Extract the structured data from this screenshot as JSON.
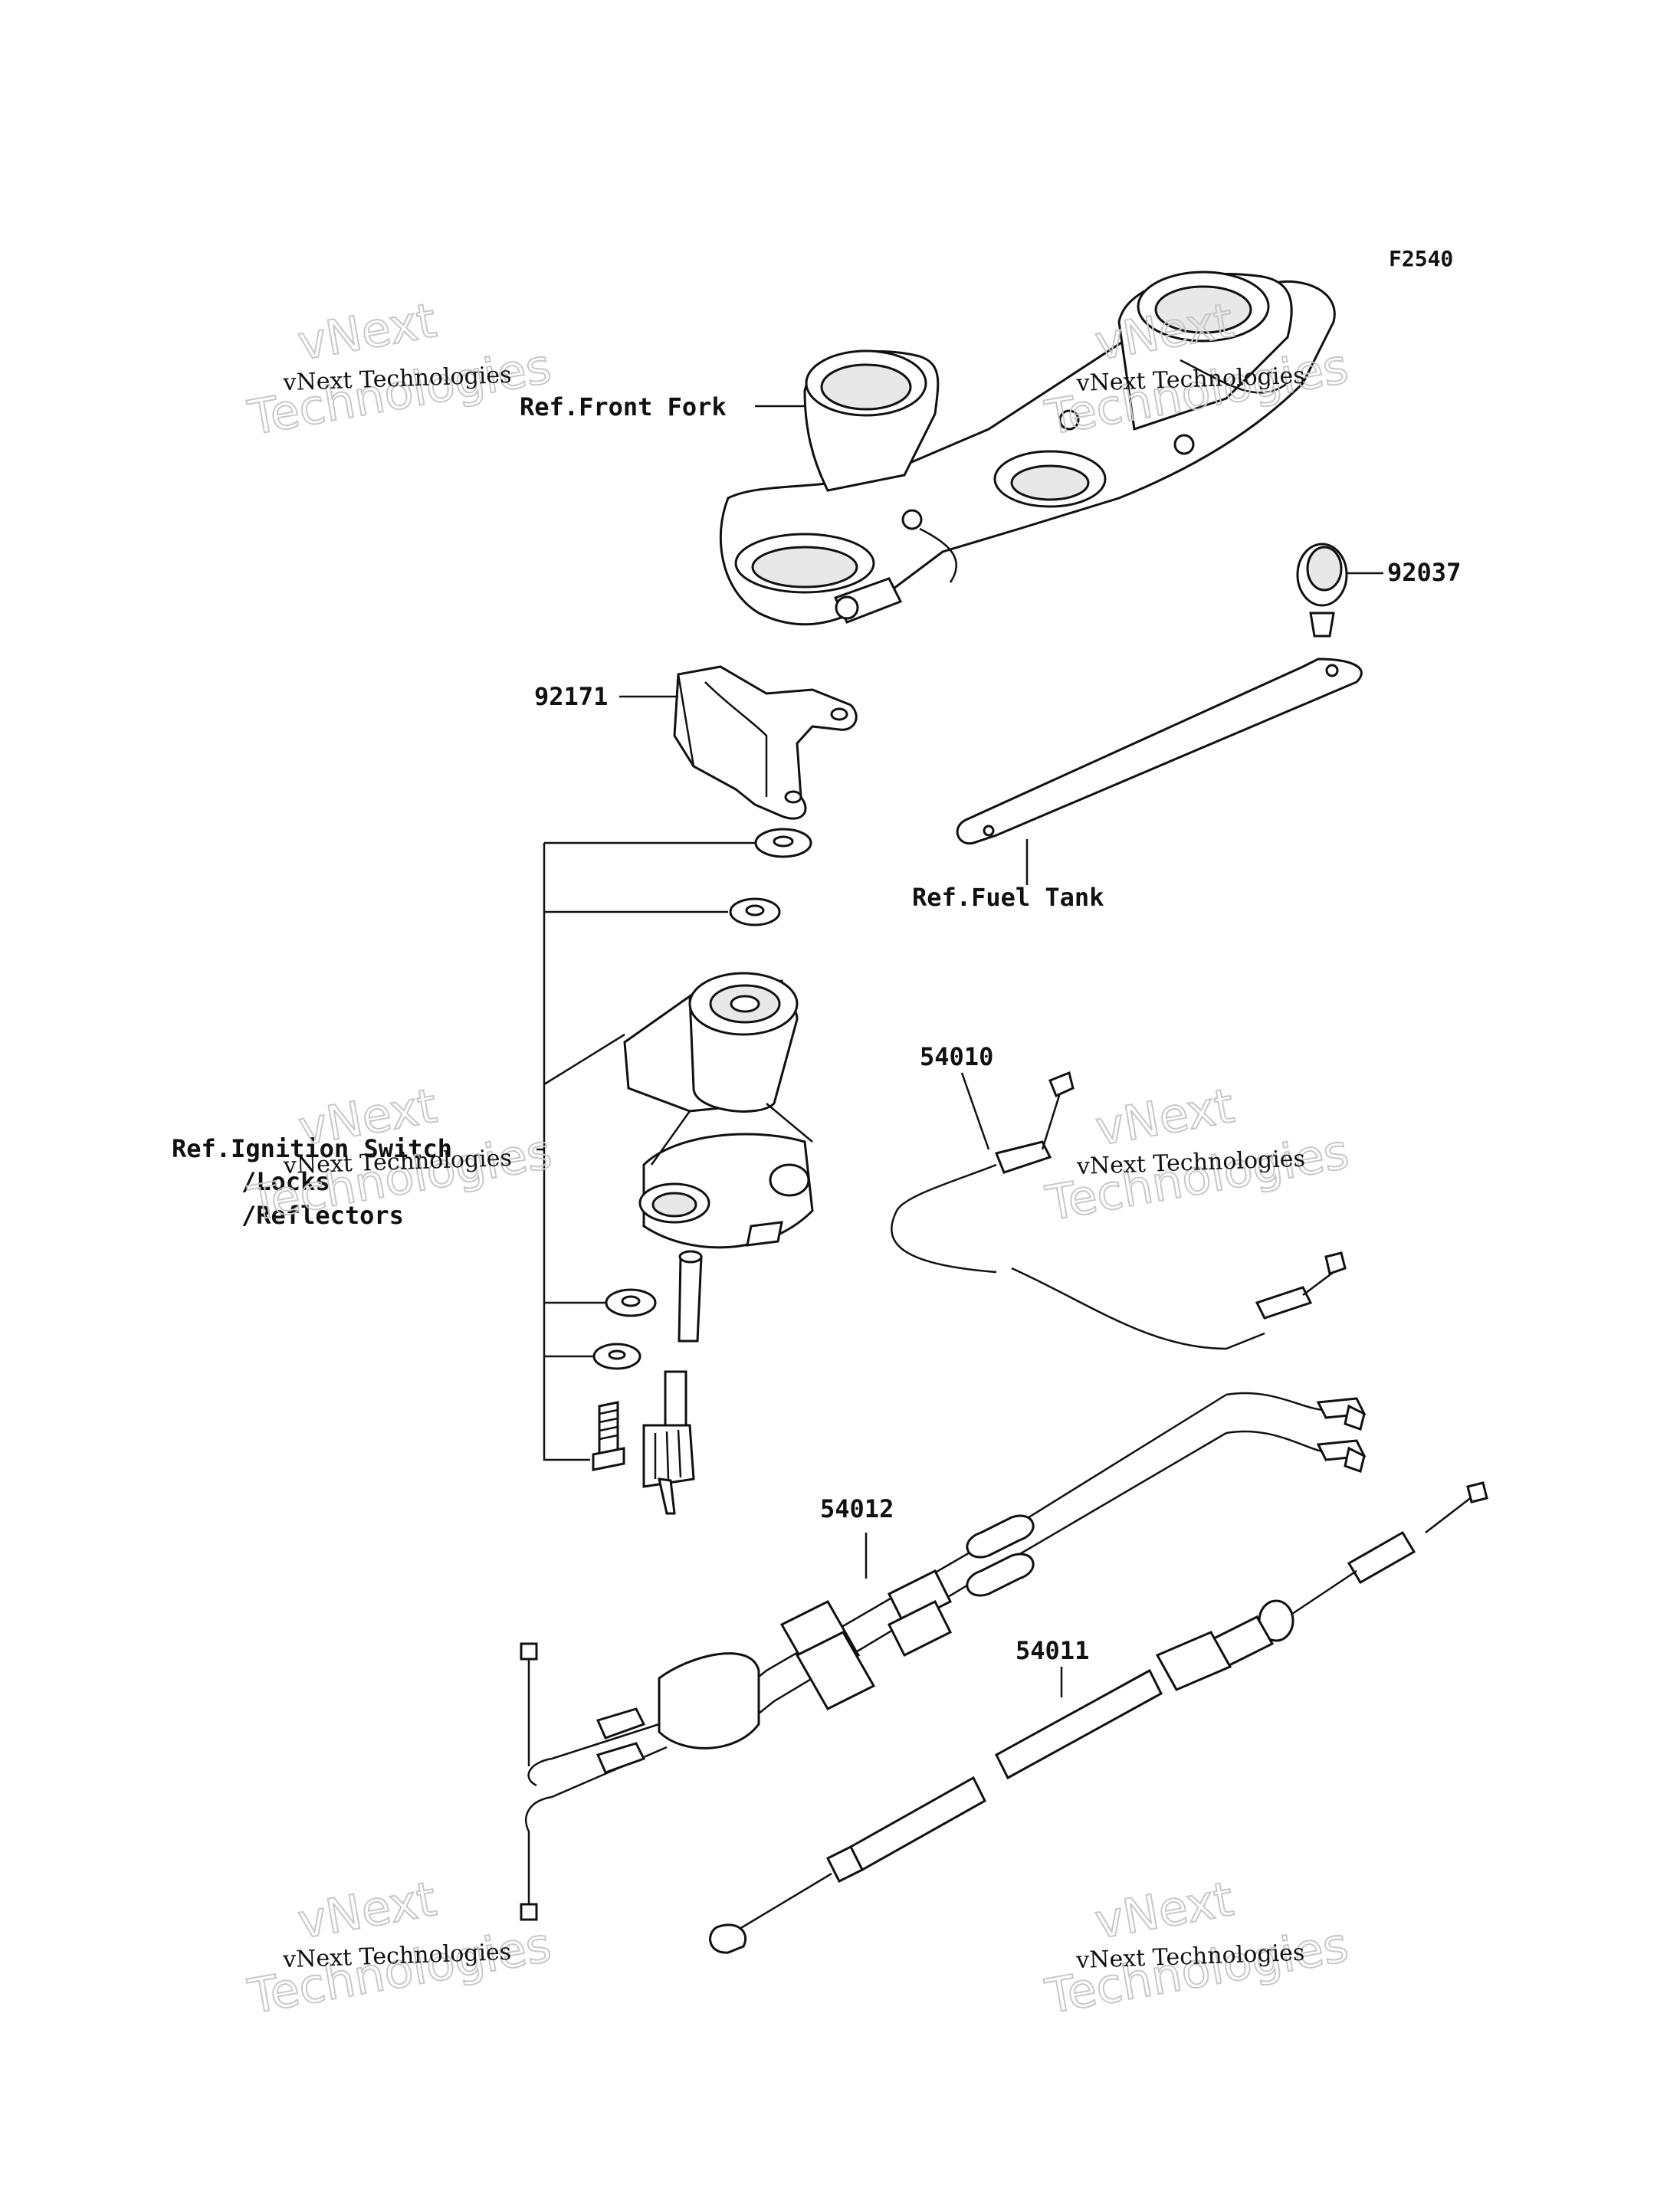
{
  "figure_code": "F2540",
  "references": {
    "front_fork": "Ref.Front Fork",
    "fuel_tank": "Ref.Fuel Tank",
    "ignition_line1": "Ref.Ignition Switch",
    "ignition_line2": "/Locks",
    "ignition_line3": "/Reflectors"
  },
  "part_numbers": {
    "p92037": "92037",
    "p92171": "92171",
    "p54010": "54010",
    "p54012": "54012",
    "p54011": "54011"
  },
  "watermark": {
    "brand": "vNext",
    "company": "vNext Technologies",
    "word": "Technologies"
  }
}
